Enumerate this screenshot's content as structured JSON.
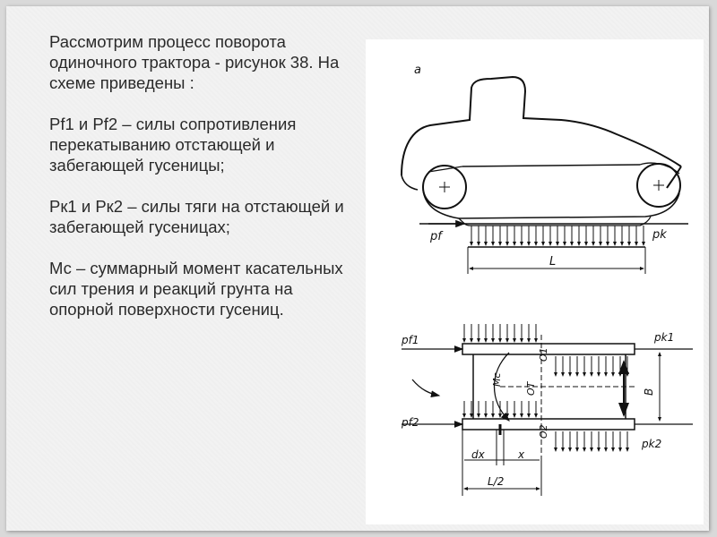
{
  "slide": {
    "paragraphs": [
      "Рассмотрим процесс поворота одиночного трактора - рисунок 38. На схеме приведены :",
      "Pf1 и Pf2 – силы сопротивления перекатыванию отстающей и забегающей гусеницы;",
      "Рк1 и Рк2 – силы тяги на отстающей и забегающей гусеницах;",
      "Мс – суммарный момент касательных сил трения и реакций грунта на опорной поверхности гусениц."
    ]
  },
  "figure": {
    "label_a": "a",
    "top_view": {
      "pf": "pf",
      "pk": "pk",
      "length": "L"
    },
    "plan_view": {
      "pf1": "pf1",
      "pf2": "pf2",
      "pk1": "pk1",
      "pk2": "pk2",
      "mc": "Mc",
      "o1": "O1",
      "o2": "O2",
      "ot": "OT",
      "b": "B",
      "dx": "dx",
      "x": "x",
      "half_length": "L/2"
    }
  }
}
